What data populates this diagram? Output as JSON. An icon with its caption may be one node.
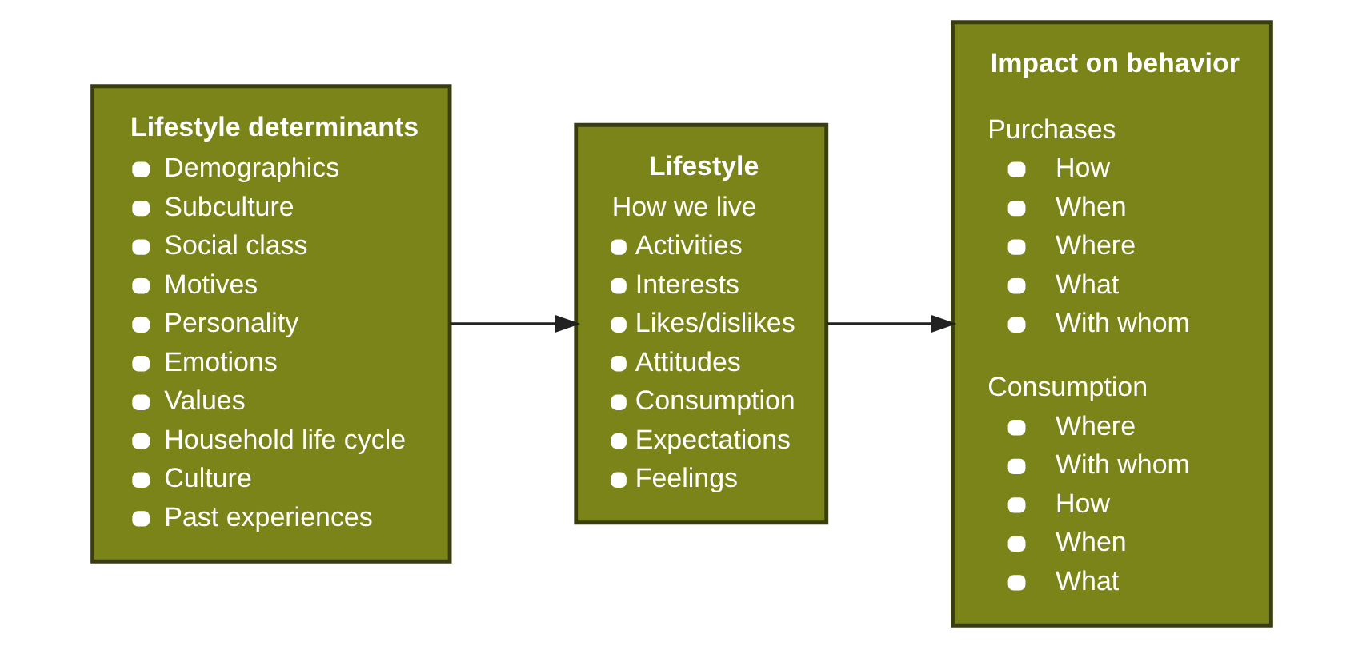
{
  "diagram": {
    "nodes": [
      {
        "text": [
          "Lifestyle determinants",
          "Demographics",
          "Subculture",
          "Social class",
          "Motives",
          "Personality",
          "Emotions",
          "Values",
          "Household life cycle",
          "Culture",
          "Past experiences"
        ]
      },
      {
        "text": [
          "Lifestyle",
          "How we live",
          "Activities",
          "Interests",
          "Likes/dislikes",
          "Attitudes",
          "Consumption",
          "Expectations",
          "Feelings"
        ]
      },
      {
        "text": [
          "Impact on behavior",
          "Purchases",
          "How",
          "When",
          "Where",
          "What",
          "With whom",
          "Consumption",
          "Where",
          "With whom",
          "How",
          "When",
          "What"
        ]
      }
    ],
    "edges": [
      {
        "from": 0,
        "to": 1,
        "arrow": "to"
      },
      {
        "from": 1,
        "to": 2,
        "arrow": "to"
      }
    ]
  }
}
